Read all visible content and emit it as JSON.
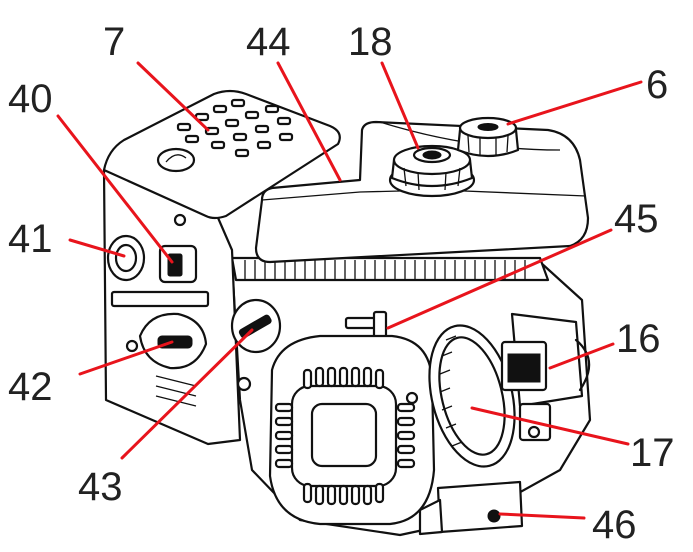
{
  "diagram": {
    "colors": {
      "leader": "#e8141c",
      "ink": "#111111",
      "label": "#222222",
      "background": "#ffffff"
    },
    "callouts": [
      {
        "id": "7",
        "text": "7"
      },
      {
        "id": "44",
        "text": "44"
      },
      {
        "id": "18",
        "text": "18"
      },
      {
        "id": "6",
        "text": "6"
      },
      {
        "id": "40",
        "text": "40"
      },
      {
        "id": "41",
        "text": "41"
      },
      {
        "id": "45",
        "text": "45"
      },
      {
        "id": "16",
        "text": "16"
      },
      {
        "id": "42",
        "text": "42"
      },
      {
        "id": "43",
        "text": "43"
      },
      {
        "id": "17",
        "text": "17"
      },
      {
        "id": "46",
        "text": "46"
      }
    ]
  }
}
